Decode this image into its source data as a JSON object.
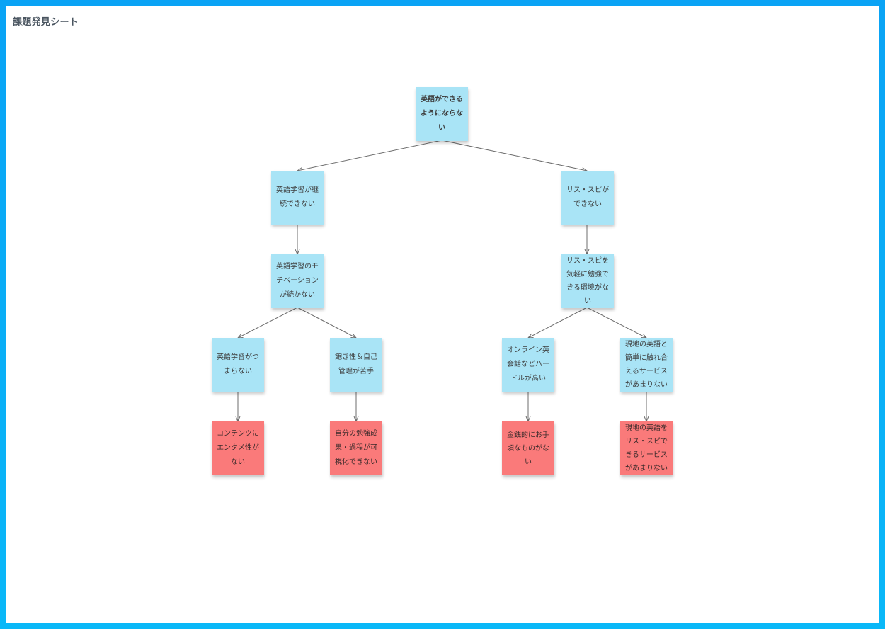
{
  "board": {
    "title": "課題発見シート"
  },
  "colors": {
    "frame": "#0aa3f5",
    "note_blue": "#a9e4f6",
    "note_red": "#fa7a7a",
    "connector": "#6d6d6d"
  },
  "tree": {
    "root": {
      "text": "英語ができるようにならない"
    },
    "left": {
      "level1": {
        "text": "英語学習が継続できない"
      },
      "level2": {
        "text": "英語学習のモチベーションが続かない"
      },
      "left_leaf": {
        "cause": {
          "text": "英語学習がつまらない"
        },
        "issue": {
          "text": "コンテンツにエンタメ性がない"
        }
      },
      "right_leaf": {
        "cause": {
          "text": "飽き性＆自己管理が苦手"
        },
        "issue": {
          "text": "自分の勉強成果・過程が可視化できない"
        }
      }
    },
    "right": {
      "level1": {
        "text": "リス・スピができない"
      },
      "level2": {
        "text": "リス・スピを気軽に勉強できる環境がない"
      },
      "left_leaf": {
        "cause": {
          "text": "オンライン英会話などハードルが高い"
        },
        "issue": {
          "text": "金銭的にお手頃なものがない"
        }
      },
      "right_leaf": {
        "cause": {
          "text": "現地の英語と簡単に触れ合えるサービスがあまりない"
        },
        "issue": {
          "text": "現地の英語をリス・スピできるサービスがあまりない"
        }
      }
    }
  }
}
